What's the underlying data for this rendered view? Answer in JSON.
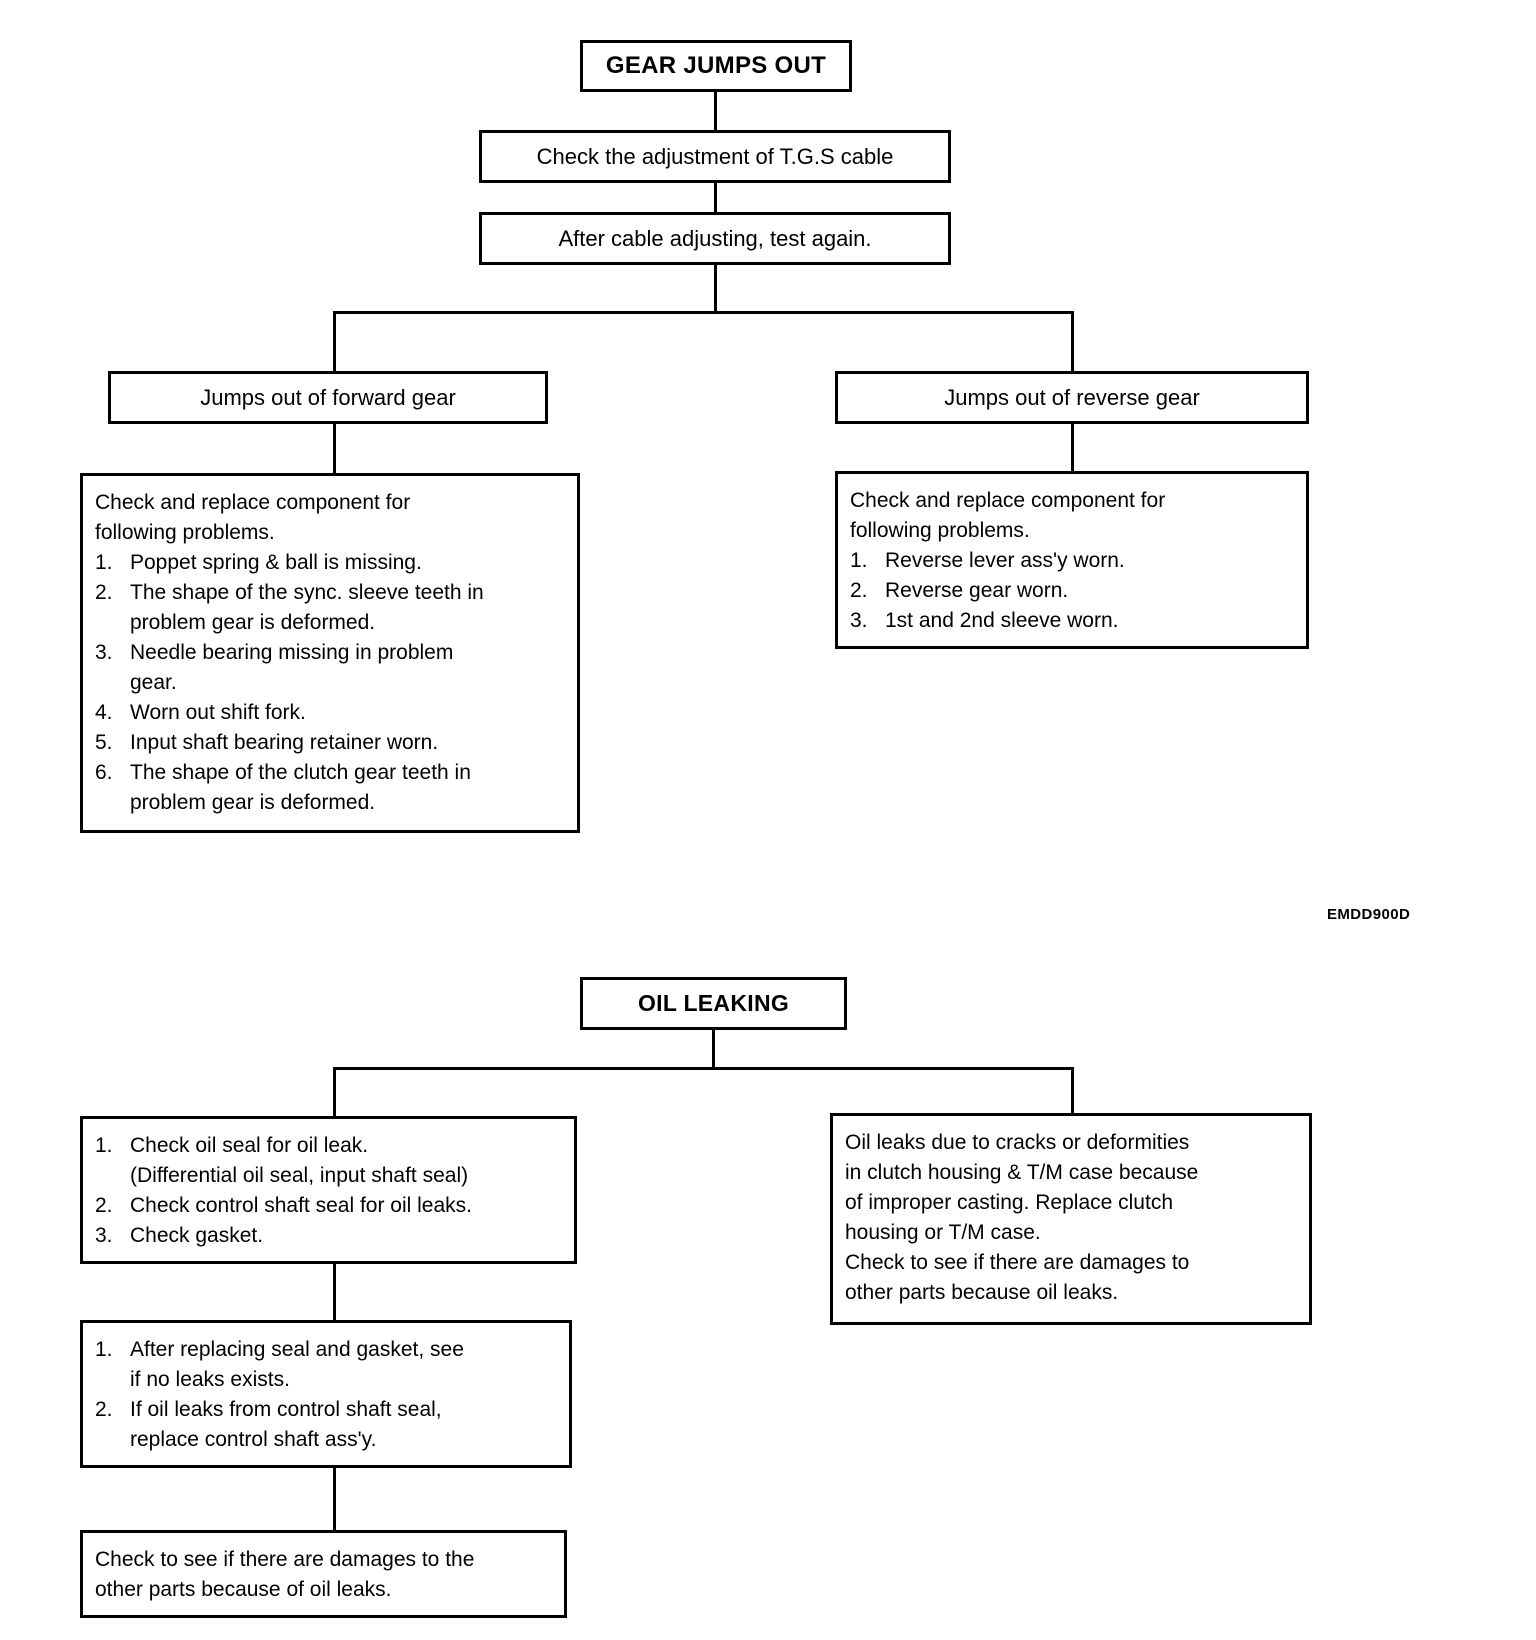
{
  "meta": {
    "code_label": "EMDD900D"
  },
  "gear": {
    "title": "GEAR JUMPS OUT",
    "step1": "Check the adjustment of T.G.S cable",
    "step2": "After cable adjusting, test again.",
    "branch_left": "Jumps out of forward gear",
    "branch_right": "Jumps out of reverse gear",
    "forward_box": {
      "intro": "Check and replace component for\nfollowing problems.",
      "items": [
        {
          "num": "1.",
          "text": "Poppet spring & ball is missing."
        },
        {
          "num": "2.",
          "text": "The shape of the sync. sleeve teeth in\nproblem gear is deformed."
        },
        {
          "num": "3.",
          "text": "Needle bearing missing in problem\ngear."
        },
        {
          "num": "4.",
          "text": "Worn out shift fork."
        },
        {
          "num": "5.",
          "text": "Input shaft bearing retainer worn."
        },
        {
          "num": "6.",
          "text": "The shape of the clutch gear teeth in\nproblem gear is deformed."
        }
      ]
    },
    "reverse_box": {
      "intro": "Check and replace component for\nfollowing problems.",
      "items": [
        {
          "num": "1.",
          "text": "Reverse lever ass'y worn."
        },
        {
          "num": "2.",
          "text": "Reverse gear worn."
        },
        {
          "num": "3.",
          "text": "1st and 2nd sleeve worn."
        }
      ]
    }
  },
  "oil": {
    "title": "OIL LEAKING",
    "checks_box": {
      "items": [
        {
          "num": "1.",
          "text": "Check oil seal for oil leak.\n(Differential oil seal, input shaft seal)"
        },
        {
          "num": "2.",
          "text": "Check control shaft seal for oil leaks."
        },
        {
          "num": "3.",
          "text": "Check gasket."
        }
      ]
    },
    "casting_box": {
      "text": "Oil leaks due to cracks or deformities\nin clutch housing & T/M case because\nof improper casting. Replace clutch\nhousing or T/M case.\nCheck to see if there are damages to\nother parts because oil leaks."
    },
    "replace_box": {
      "items": [
        {
          "num": "1.",
          "text": "After replacing seal and gasket, see\nif no leaks exists."
        },
        {
          "num": "2.",
          "text": "If oil leaks from control shaft seal,\nreplace control shaft ass'y."
        }
      ]
    },
    "damage_box": {
      "text": "Check to see if there are damages to the\nother parts because of oil leaks."
    }
  }
}
